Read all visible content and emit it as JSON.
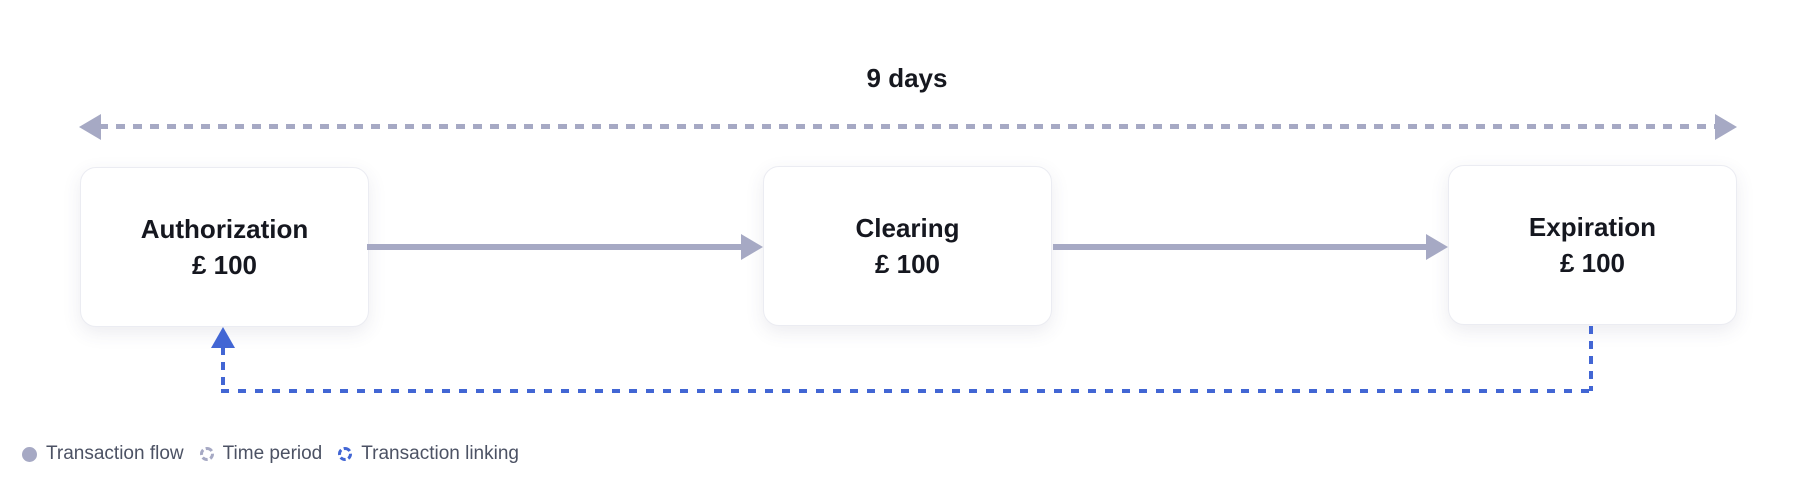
{
  "diagram": {
    "time_period_label": "9 days",
    "nodes": [
      {
        "title": "Authorization",
        "amount": "£ 100"
      },
      {
        "title": "Clearing",
        "amount": "£ 100"
      },
      {
        "title": "Expiration",
        "amount": "£ 100"
      }
    ],
    "legend": {
      "transaction_flow": "Transaction flow",
      "time_period": "Time period",
      "transaction_linking": "Transaction linking"
    },
    "colors": {
      "flow": "#a6a9c4",
      "linking": "#4266d4",
      "node_text": "#15171f",
      "legend_text": "#4c5264",
      "node_border": "#ebecf2",
      "background": "#ffffff"
    }
  }
}
